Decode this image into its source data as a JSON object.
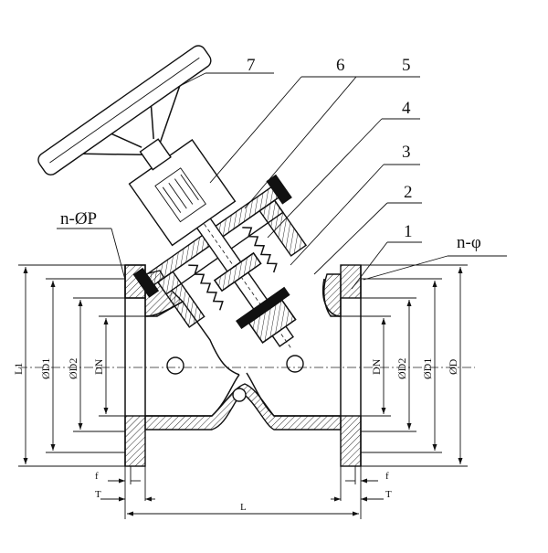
{
  "callouts": [
    "7",
    "6",
    "5",
    "4",
    "3",
    "2",
    "1"
  ],
  "flange_labels": {
    "left_bolt": "n-ØP",
    "right_bolt": "n-φ"
  },
  "dimensions": {
    "left_vertical": [
      "L1",
      "ØD1",
      "ØD2",
      "DN"
    ],
    "right_vertical": [
      "DN",
      "ØD2",
      "ØD1",
      "ØD"
    ],
    "left_bottom": [
      "f",
      "T"
    ],
    "right_bottom": [
      "f",
      "T"
    ],
    "length": "L"
  }
}
